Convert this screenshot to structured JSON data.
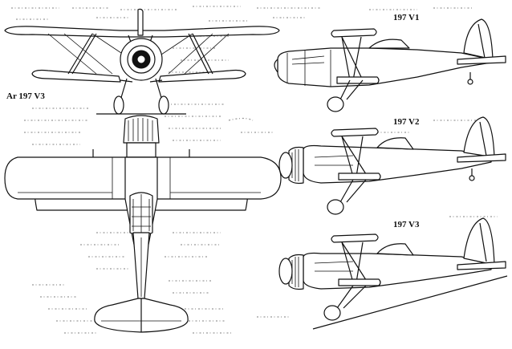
{
  "labels": {
    "main_view": "Ar 197 V3",
    "side_v1": "197 V1",
    "side_v2": "197 V2",
    "side_v3": "197 V3"
  }
}
